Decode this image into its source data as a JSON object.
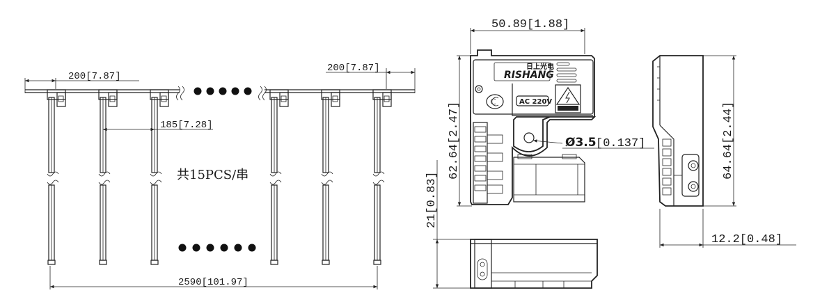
{
  "left_view": {
    "pitch_left": "200[7.87]",
    "pitch_right": "200[7.87]",
    "spacing": "185[7.28]",
    "count_note": "共15PCS/串",
    "total_length": "2590[101.97]"
  },
  "front_view": {
    "width": "50.89[1.88]",
    "height": "62.64[2.47]",
    "offset": "21[0.83]",
    "hole_symbol": "Ø3.5",
    "hole_value": "[0.137]",
    "brand_logo": "RISHANG",
    "brand_cn": "日上光电",
    "voltage_label": "AC 220V"
  },
  "side_view": {
    "height": "64.64[2.44]",
    "depth": "12.2[0.48]"
  }
}
